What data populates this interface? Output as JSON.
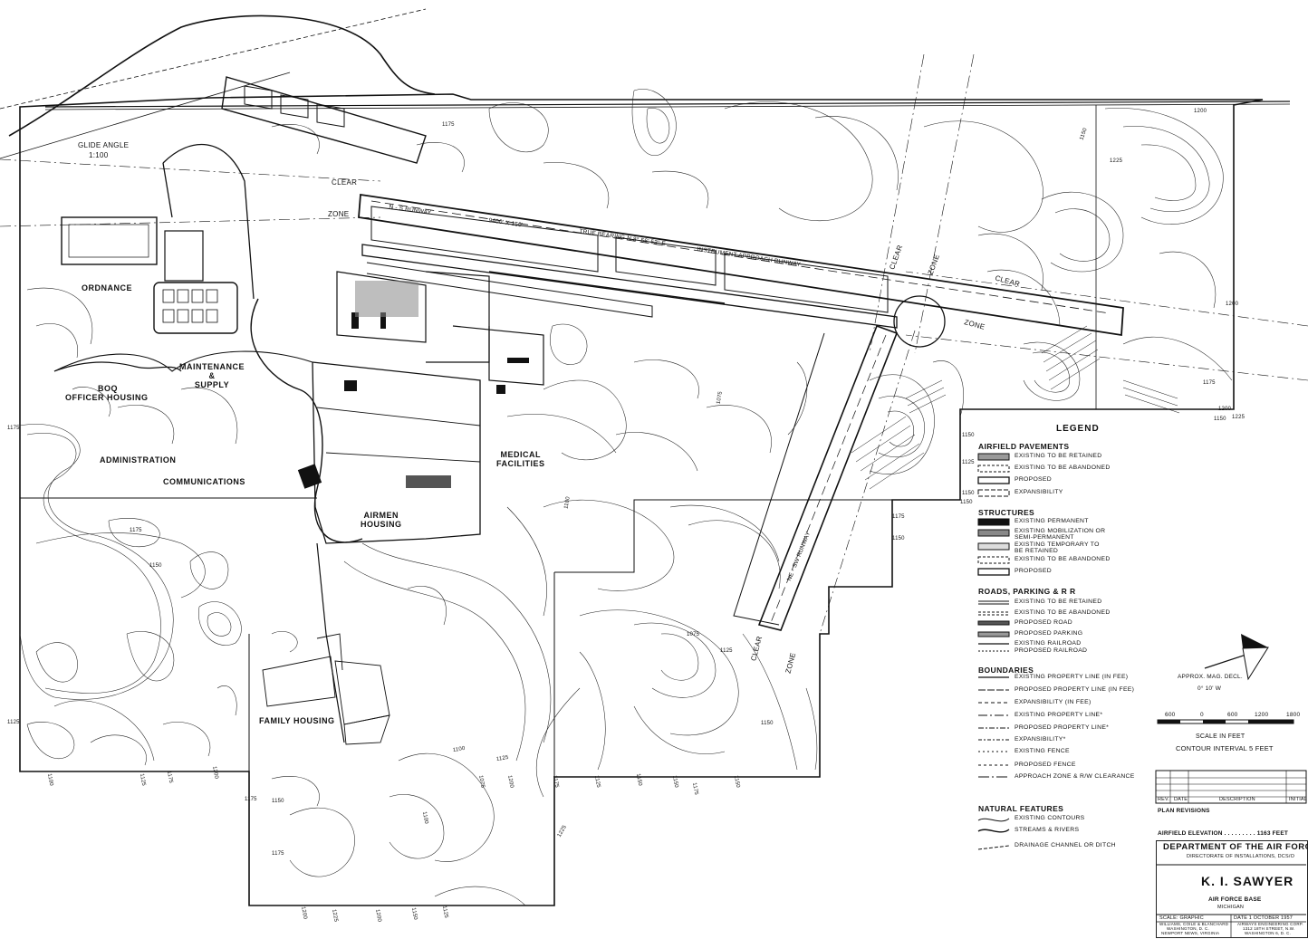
{
  "map_labels": {
    "glide_angle": "GLIDE ANGLE",
    "glide_ratio": "1:100",
    "ordnance": "ORDNANCE",
    "maintenance_supply": "MAINTENANCE\n&\nSUPPLY",
    "boq": "BOQ",
    "officer_housing": "OFFICER HOUSING",
    "administration": "ADMINISTRATION",
    "communications": "COMMUNICATIONS",
    "medical_facilities": "MEDICAL\nFACILITIES",
    "airmen_housing": "AIRMEN\nHOUSING",
    "family_housing": "FAMILY HOUSING",
    "clear_1": "CLEAR",
    "zone_1": "ZONE",
    "clear_2": "CLEAR",
    "zone_2": "ZONE",
    "clear_3": "CLEAR",
    "zone_3": "ZONE",
    "clear_4": "CLEAR",
    "zone_4": "ZONE",
    "ns_runway": "N - S RUNWAY",
    "runway_dims": "9400' X 150'",
    "true_bearing": "TRUE BEARING N 8° 56' 53\" E",
    "instrument_runway": "INSTRUMENT APPROACH RUNWAY",
    "ne_sw_runway": "NE - SW RUNWAY",
    "contours": [
      "1175",
      "1150",
      "1200",
      "1225",
      "1200",
      "1175",
      "1150",
      "1125",
      "1200",
      "1225",
      "1150",
      "1175",
      "1150",
      "1150",
      "1175",
      "1150",
      "1175",
      "1125",
      "1150",
      "1100",
      "1125",
      "1175",
      "1200",
      "1100",
      "1075",
      "1075",
      "1125",
      "1150",
      "1100",
      "1075",
      "1200",
      "1175",
      "1125",
      "1150",
      "1150",
      "1175",
      "1150",
      "1100",
      "1125",
      "1225",
      "1150",
      "1175",
      "1200",
      "1225",
      "1200",
      "1150",
      "1125",
      "1175"
    ]
  },
  "legend": {
    "title": "LEGEND",
    "airfield_pavements": {
      "heading": "AIRFIELD PAVEMENTS",
      "items": [
        "EXISTING TO BE RETAINED",
        "EXISTING TO BE ABANDONED",
        "PROPOSED",
        "EXPANSIBILITY"
      ]
    },
    "structures": {
      "heading": "STRUCTURES",
      "items": [
        "EXISTING PERMANENT",
        "EXISTING MOBILIZATION OR\nSEMI-PERMANENT",
        "EXISTING TEMPORARY TO\nBE RETAINED",
        "EXISTING TO BE ABANDONED",
        "PROPOSED"
      ]
    },
    "roads": {
      "heading": "ROADS, PARKING & R R",
      "items": [
        "EXISTING TO BE RETAINED",
        "EXISTING TO BE ABANDONED",
        "PROPOSED ROAD",
        "PROPOSED PARKING",
        "EXISTING RAILROAD",
        "PROPOSED RAILROAD"
      ]
    },
    "boundaries": {
      "heading": "BOUNDARIES",
      "items": [
        "EXISTING PROPERTY LINE (IN FEE)",
        "PROPOSED PROPERTY LINE (IN FEE)",
        "EXPANSIBILITY (IN FEE)",
        "EXISTING PROPERTY LINE*",
        "PROPOSED PROPERTY LINE*",
        "EXPANSIBILITY*",
        "EXISTING FENCE",
        "PROPOSED FENCE",
        "APPROACH ZONE & R/W CLEARANCE"
      ]
    },
    "natural": {
      "heading": "NATURAL FEATURES",
      "items": [
        "EXISTING CONTOURS",
        "STREAMS & RIVERS",
        "DRAINAGE CHANNEL OR DITCH"
      ]
    }
  },
  "north_arrow": {
    "line1": "APPROX. MAG. DECL.",
    "line2": "0° 10' W"
  },
  "scale": {
    "ticks": [
      "600",
      "0",
      "600",
      "1200",
      "1800"
    ],
    "caption": "SCALE IN FEET",
    "contour_interval": "CONTOUR INTERVAL 5 FEET"
  },
  "revisions": {
    "columns": [
      "REV.",
      "DATE",
      "DESCRIPTION",
      "INITIAL"
    ],
    "caption": "PLAN REVISIONS"
  },
  "airfield_elevation": {
    "label": "AIRFIELD ELEVATION",
    "value": "1163 FEET"
  },
  "title_block": {
    "department": "DEPARTMENT OF THE AIR FORCE",
    "directorate": "DIRECTORATE OF INSTALLATIONS, DCS/O",
    "base_name": "K. I. SAWYER",
    "base_type": "AIR FORCE BASE",
    "state": "MICHIGAN",
    "scale_label": "SCALE:",
    "scale_value": "GRAPHIC",
    "date_label": "DATE",
    "date_value": "1 OCTOBER 1957",
    "firm1_a": "WILLIAMS, COILE & BLANCHARD",
    "firm1_b": "WASHINGTON, D. C.",
    "firm1_c": "NEWPORT NEWS, VIRGINIA",
    "firm2_a": "AIRWAYS ENGINEERING CORP.",
    "firm2_b": "1312 18TH STREET, N.W.",
    "firm2_c": "WASHINGTON 6, D. C."
  }
}
